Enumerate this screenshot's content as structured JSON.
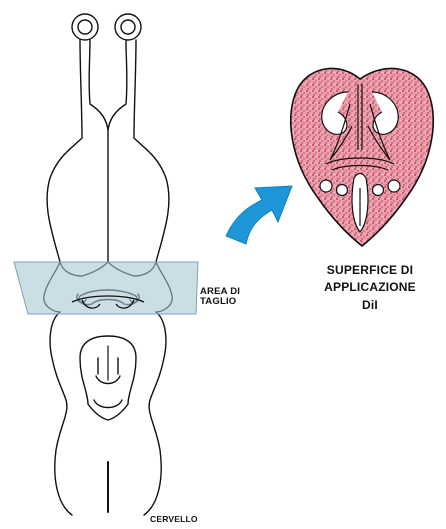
{
  "labels": {
    "cut_area": [
      "AREA DI",
      "TAGLIO"
    ],
    "application_surface": [
      "SUPERFICE DI",
      "APPLICAZIONE",
      "DiI"
    ],
    "brain": "CERVELLO"
  },
  "colors": {
    "outline": "#111111",
    "cut_band": "#a9c6d3",
    "arrow": "#1e96d8",
    "section_fill": "#e7879a",
    "section_stipple": "#c8283c"
  },
  "icons": {
    "arrow": "curved-arrow-icon"
  }
}
